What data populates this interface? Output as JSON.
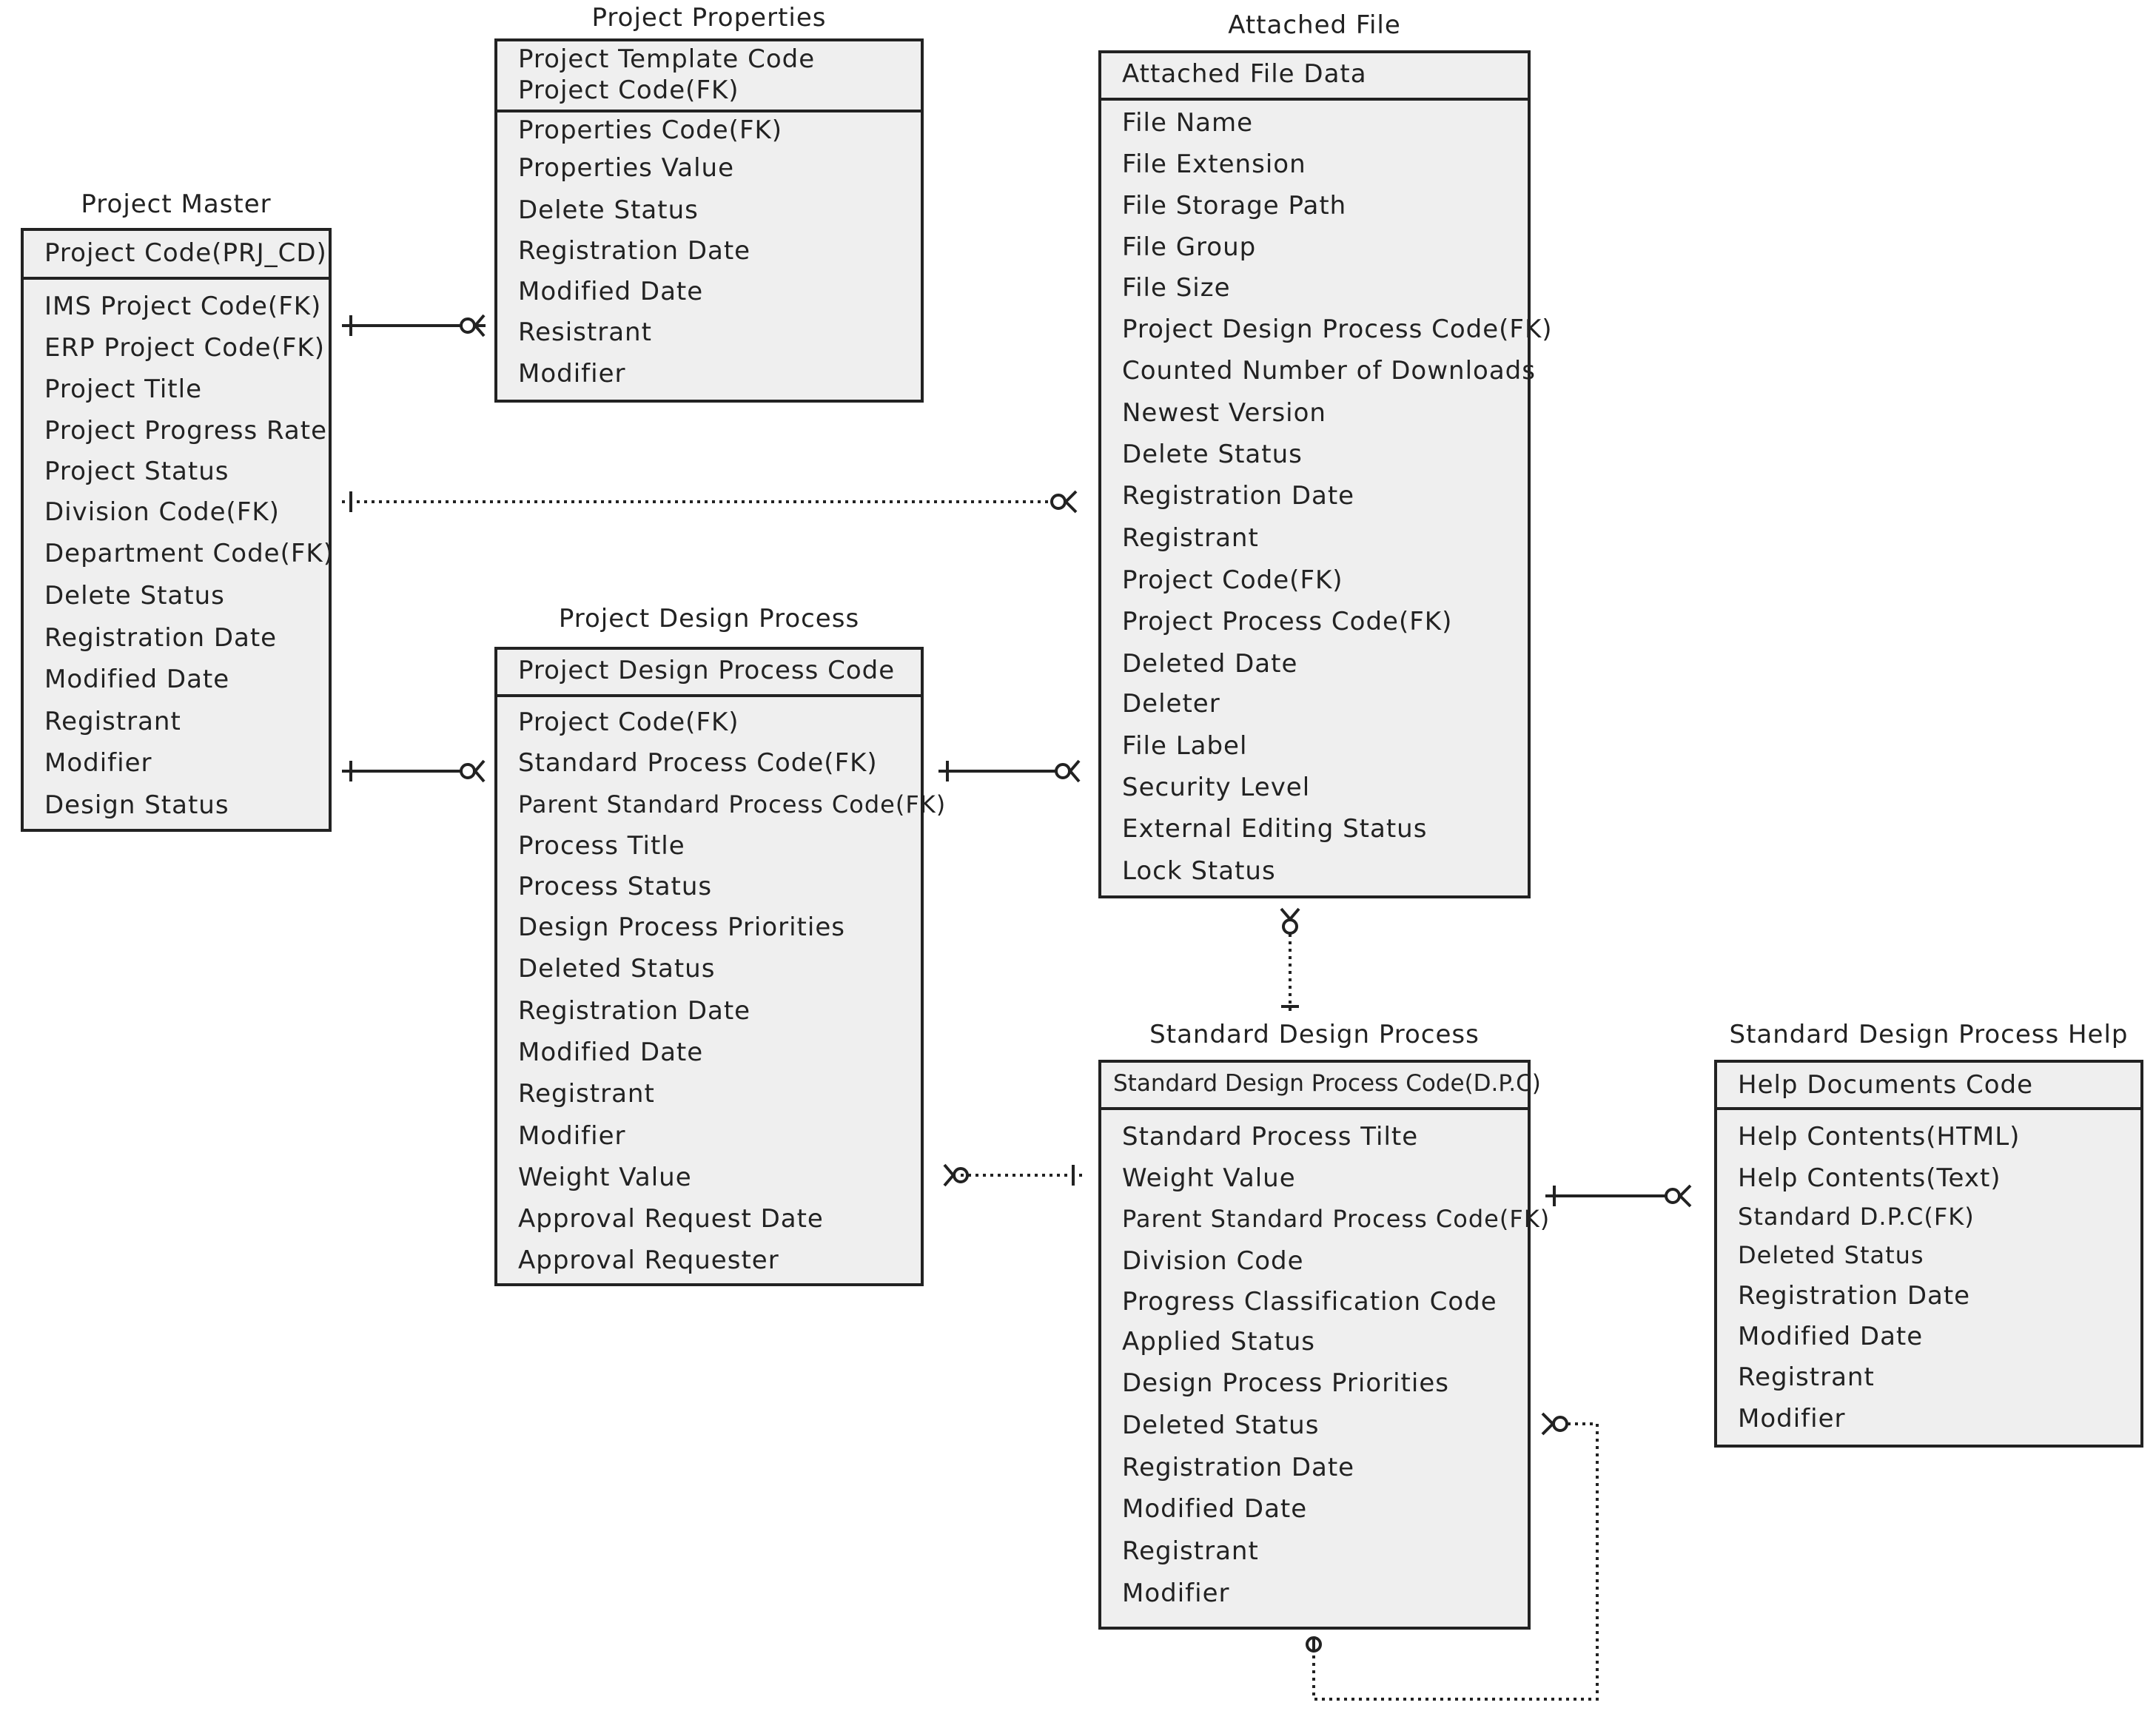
{
  "entities": {
    "project_master": {
      "title": "Project Master",
      "key": [
        "Project Code(PRJ_CD)"
      ],
      "attributes": [
        "IMS Project Code(FK)",
        "ERP Project Code(FK)",
        "Project Title",
        "Project Progress Rate",
        "Project Status",
        "Division Code(FK)",
        "Department Code(FK)",
        "Delete Status",
        "Registration Date",
        "Modified Date",
        "Registrant",
        "Modifier",
        "Design Status"
      ]
    },
    "project_properties": {
      "title": "Project Properties",
      "key": [
        "Project Template Code",
        "Project Code(FK)"
      ],
      "attributes": [
        "Properties Code(FK)",
        "Properties Value",
        "Delete Status",
        "Registration Date",
        "Modified Date",
        "Resistrant",
        "Modifier"
      ]
    },
    "attached_file": {
      "title": "Attached File",
      "key": [
        "Attached File Data"
      ],
      "attributes": [
        "File Name",
        "File Extension",
        "File Storage Path",
        "File Group",
        "File Size",
        "Project Design Process Code(FK)",
        "Counted Number of Downloads",
        "Newest Version",
        "Delete Status",
        "Registration Date",
        "Registrant",
        "Project Code(FK)",
        "Project Process Code(FK)",
        "Deleted Date",
        "Deleter",
        "File Label",
        "Security Level",
        "External Editing Status",
        "Lock Status"
      ]
    },
    "project_design_process": {
      "title": "Project Design Process",
      "key": [
        "Project Design Process Code"
      ],
      "attributes": [
        "Project Code(FK)",
        "Standard Process Code(FK)",
        "Parent Standard Process Code(FK)",
        "Process Title",
        "Process Status",
        "Design Process Priorities",
        "Deleted Status",
        "Registration Date",
        "Modified Date",
        "Registrant",
        "Modifier",
        "Weight Value",
        "Approval Request Date",
        "Approval Requester"
      ]
    },
    "standard_design_process": {
      "title": "Standard Design Process",
      "key": [
        "Standard Design Process Code(D.P.C)"
      ],
      "attributes": [
        "Standard Process Tilte",
        "Weight Value",
        "Parent Standard Process Code(FK)",
        "Division Code",
        "Progress Classification Code",
        "Applied Status",
        "Design Process Priorities",
        "Deleted Status",
        "Registration Date",
        "Modified Date",
        "Registrant",
        "Modifier"
      ]
    },
    "standard_design_process_help": {
      "title": "Standard Design Process Help",
      "key": [
        "Help Documents Code"
      ],
      "attributes": [
        "Help Contents(HTML)",
        "Help Contents(Text)",
        "Standard D.P.C(FK)",
        "Deleted Status",
        "Registration Date",
        "Modified Date",
        "Registrant",
        "Modifier"
      ]
    }
  },
  "relationships": [
    {
      "from": "project_master",
      "to": "project_properties",
      "cardinality": "one-to-zero-or-many",
      "style": "solid"
    },
    {
      "from": "project_master",
      "to": "attached_file",
      "cardinality": "one-to-zero-or-many",
      "style": "dotted"
    },
    {
      "from": "project_master",
      "to": "project_design_process",
      "cardinality": "one-to-zero-or-many",
      "style": "solid"
    },
    {
      "from": "project_design_process",
      "to": "attached_file",
      "cardinality": "one-to-zero-or-many",
      "style": "solid"
    },
    {
      "from": "standard_design_process",
      "to": "project_design_process",
      "cardinality": "one-to-zero-or-many",
      "style": "dotted"
    },
    {
      "from": "standard_design_process",
      "to": "attached_file",
      "cardinality": "one-to-zero-or-many",
      "style": "dotted"
    },
    {
      "from": "standard_design_process",
      "to": "standard_design_process_help",
      "cardinality": "one-to-zero-or-many",
      "style": "solid"
    },
    {
      "from": "standard_design_process",
      "to": "standard_design_process",
      "cardinality": "zero-or-one-to-zero-or-many",
      "style": "dotted"
    }
  ],
  "colors": {
    "box_fill": "#efefef",
    "line": "#222222"
  }
}
